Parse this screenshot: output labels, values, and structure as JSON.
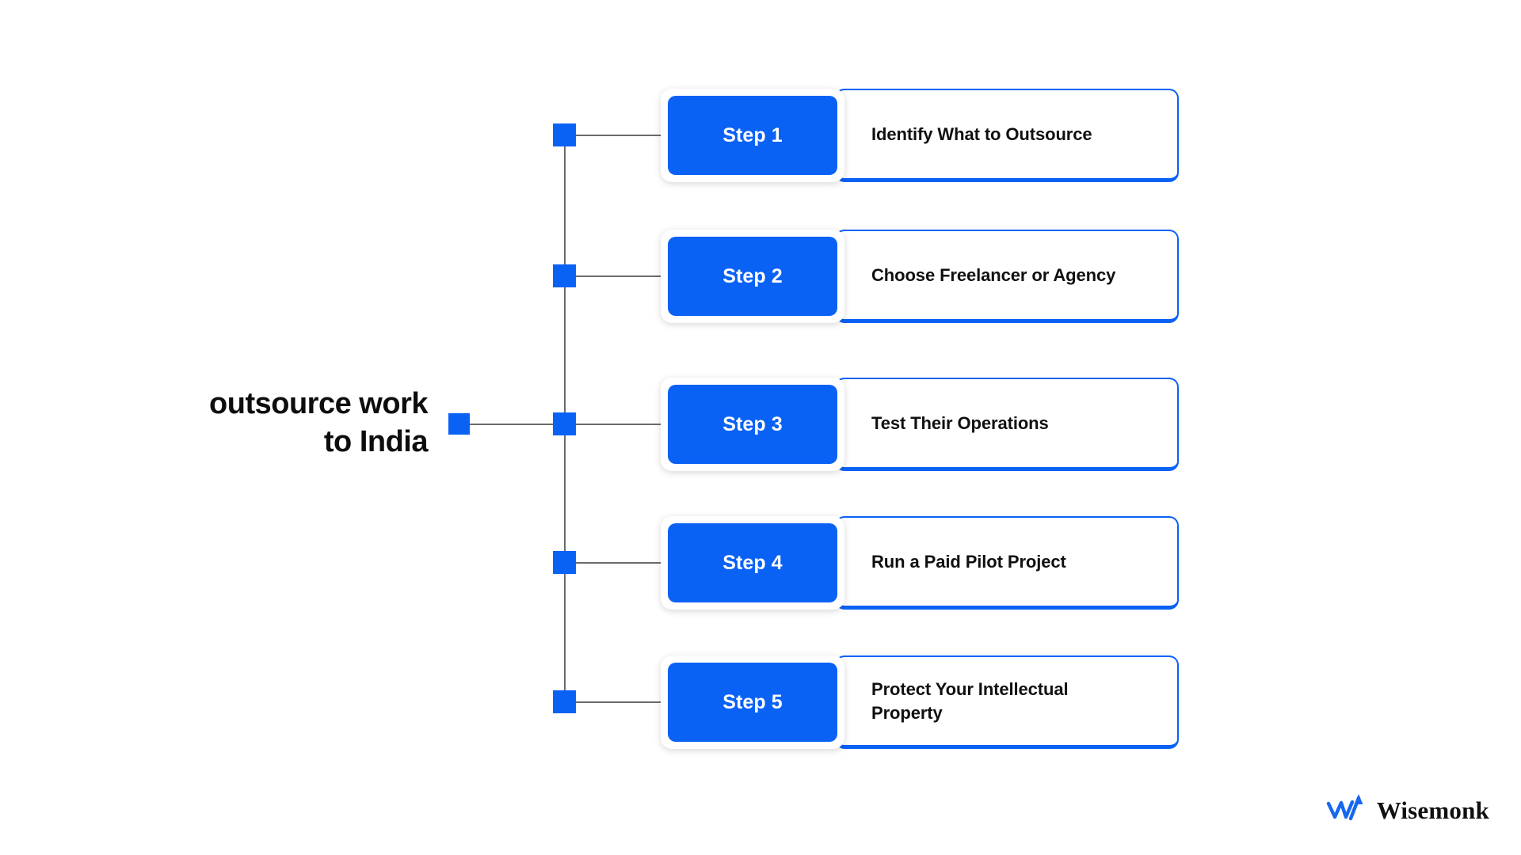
{
  "diagram": {
    "type": "vertical-step-flow",
    "title": "outsource work\nto India",
    "colors": {
      "accent_blue": "#0a62f5",
      "connector_gray": "#6b6b6b",
      "text_dark": "#101010",
      "card_background": "#ffffff",
      "page_background": "#ffffff"
    },
    "steps": [
      {
        "number": "Step 1",
        "label": "Identify What to Outsource"
      },
      {
        "number": "Step 2",
        "label": "Choose Freelancer or Agency"
      },
      {
        "number": "Step 3",
        "label": "Test Their Operations"
      },
      {
        "number": "Step 4",
        "label": "Run a Paid Pilot Project"
      },
      {
        "number": "Step 5",
        "label": "Protect Your Intellectual\nProperty"
      }
    ]
  },
  "brand": {
    "name": "Wisemonk",
    "logo_icon": "wisemonk-w-arrow-logo-icon"
  }
}
